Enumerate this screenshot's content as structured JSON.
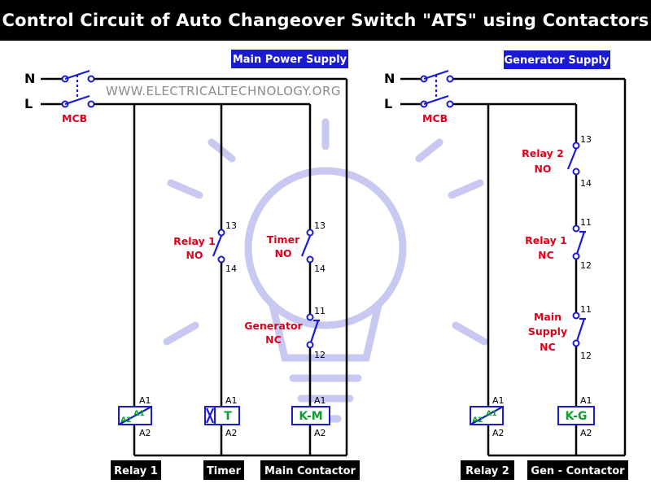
{
  "title": "Control Circuit of Auto Changeover Switch \"ATS\" using Contactors",
  "watermark": "WWW.ELECTRICALTECHNOLOGY.ORG",
  "main_circuit": {
    "supply_label": "Main Power Supply",
    "neutral": "N",
    "line": "L",
    "breaker": "MCB",
    "relay1_contact": {
      "name1": "Relay 1",
      "name2": "NO",
      "t_top": "13",
      "t_bot": "14"
    },
    "timer_contact": {
      "name1": "Timer",
      "name2": "NO",
      "t_top": "13",
      "t_bot": "14"
    },
    "generator_contact": {
      "name1": "Generator",
      "name2": "NC",
      "t_top": "11",
      "t_bot": "12"
    },
    "coils": {
      "relay1": {
        "a1": "A1",
        "a2": "A2",
        "inner_a1": "A1",
        "inner_a2": "A2",
        "caption": "Relay 1"
      },
      "timer": {
        "a1": "A1",
        "a2": "A2",
        "x_mark": "X",
        "text": "T",
        "caption": "Timer"
      },
      "main_contactor": {
        "a1": "A1",
        "a2": "A2",
        "text": "K-M",
        "caption": "Main Contactor"
      }
    }
  },
  "generator_circuit": {
    "supply_label": "Generator Supply",
    "neutral": "N",
    "line": "L",
    "breaker": "MCB",
    "relay2_contact": {
      "name1": "Relay 2",
      "name2": "NO",
      "t_top": "13",
      "t_bot": "14"
    },
    "relay1_contact": {
      "name1": "Relay 1",
      "name2": "NC",
      "t_top": "11",
      "t_bot": "12"
    },
    "mains_contact": {
      "name1": "Main",
      "name2": "Supply",
      "name3": "NC",
      "t_top": "11",
      "t_bot": "12"
    },
    "coils": {
      "relay2": {
        "a1": "A1",
        "a2": "A2",
        "inner_a1": "A1",
        "inner_a2": "A2",
        "caption": "Relay 2"
      },
      "gen_contactor": {
        "a1": "A1",
        "a2": "A2",
        "text": "K-G",
        "caption": "Gen - Contactor"
      }
    }
  },
  "colors": {
    "accent_blue": "#1a1ad0",
    "label_red": "#e0001b",
    "coil_green": "#0a9e2c",
    "watermark_bulb": "#c7c9f2"
  }
}
